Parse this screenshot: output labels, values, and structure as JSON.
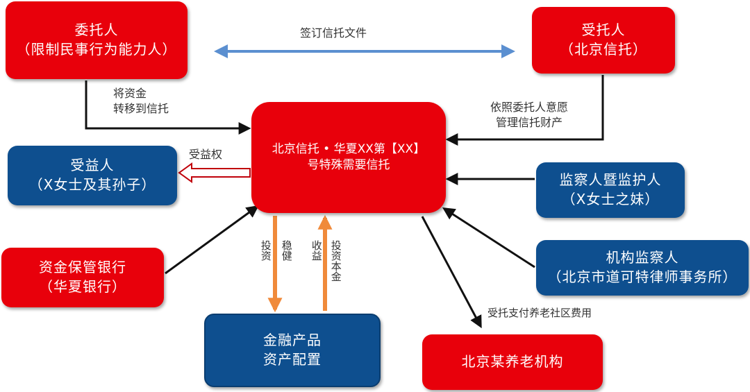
{
  "nodes": {
    "settlor": {
      "line1": "委托人",
      "line2": "（限制民事行为能力人）"
    },
    "trustee": {
      "line1": "受托人",
      "line2": "（北京信托）"
    },
    "trust": {
      "line1": "北京信托 • 华夏XX第【XX】",
      "line2": "号特殊需要信托"
    },
    "beneficiary": {
      "line1": "受益人",
      "line2": "（X女士及其孙子）"
    },
    "supervisor_guardian": {
      "line1": "监察人暨监护人",
      "line2": "（X女士之妹）"
    },
    "custodian_bank": {
      "line1": "资金保管银行",
      "line2": "（华夏银行）"
    },
    "institutional_supervisor": {
      "line1": "机构监察人",
      "line2": "（北京市道可特律师事务所）"
    },
    "financial_products": {
      "line1": "金融产品",
      "line2": "资产配置"
    },
    "elderly_institution": {
      "line1": "北京某养老机构"
    }
  },
  "edges": {
    "sign_trust_doc": "签订信托文件",
    "transfer_funds": {
      "line1": "将资金",
      "line2": "转移到信托"
    },
    "manage_property": {
      "line1": "依照委托人意愿",
      "line2": "管理信托财产"
    },
    "beneficial_right": "受益权",
    "invest_stable": {
      "col1": "投资",
      "col2": "稳健"
    },
    "return_principal": {
      "col1": "收益",
      "col2": "投资本金"
    },
    "pay_fees": "受托支付养老社区费用"
  },
  "colors": {
    "red_node": "#e8000b",
    "blue_node": "#0e4f8f",
    "sign_arrow": "#5b8fd0",
    "flow_arrow": "#f08a3a",
    "beneficial_arrow": "#c0000a",
    "connector": "#111111"
  }
}
